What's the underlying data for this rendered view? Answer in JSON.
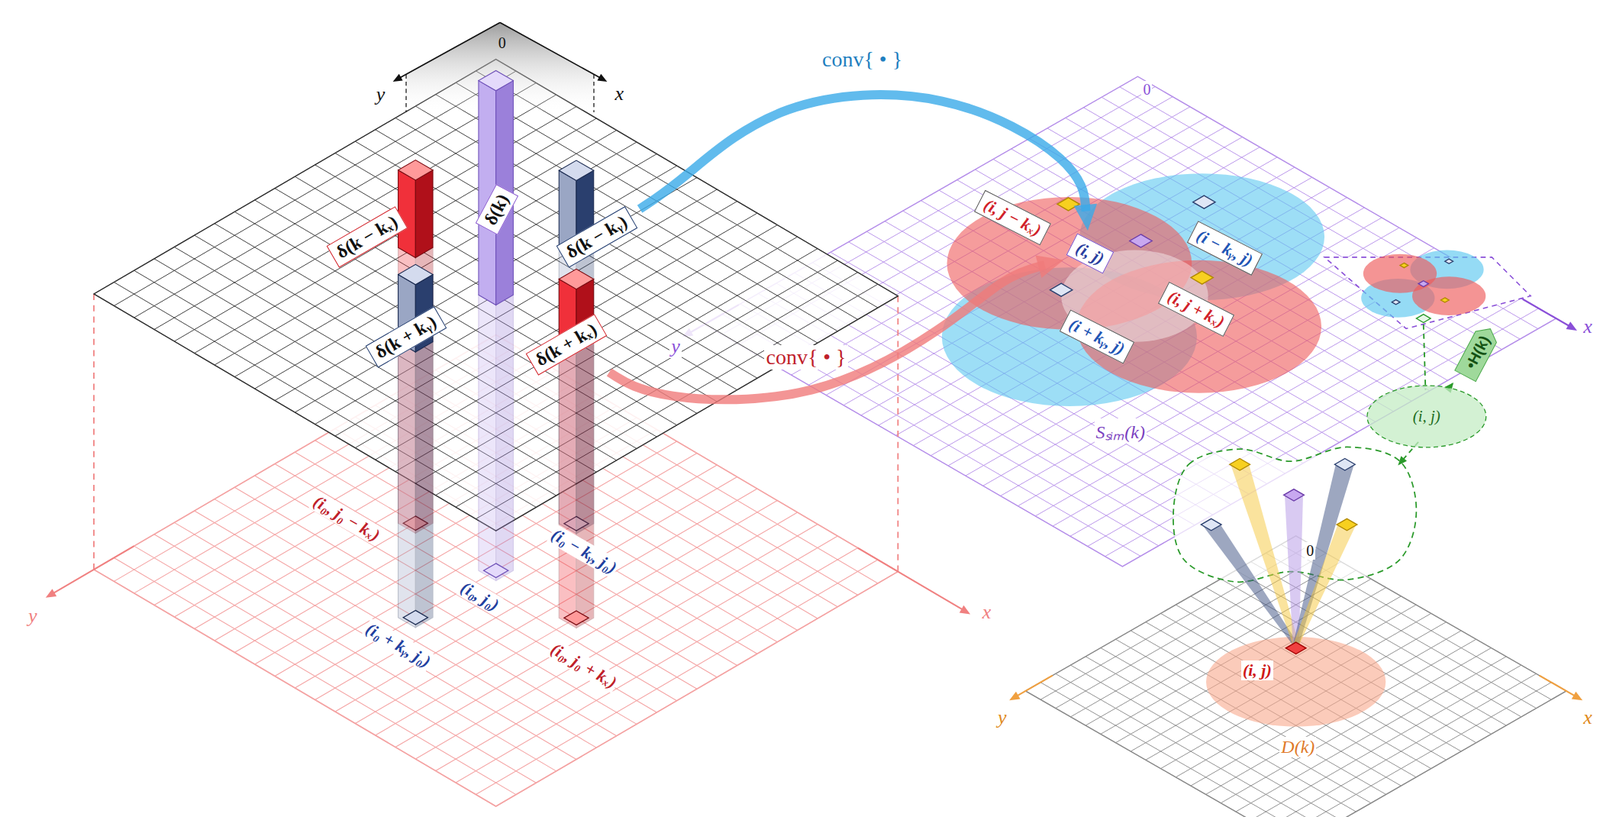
{
  "diagram": {
    "nodes": [
      {
        "text": [
          "δ(k − kₓ)"
        ]
      },
      {
        "text": [
          "δ(k)"
        ]
      },
      {
        "text": [
          "δ(k − kᵧ)"
        ]
      },
      {
        "text": [
          "δ(k + kᵧ)"
        ]
      },
      {
        "text": [
          "δ(k + kₓ)"
        ]
      },
      {
        "text": [
          "(i, j − kₓ)"
        ]
      },
      {
        "text": [
          "(i, j)"
        ]
      },
      {
        "text": [
          "(i − kᵧ, j)"
        ]
      },
      {
        "text": [
          "(i, j + kₓ)"
        ]
      },
      {
        "text": [
          "(i + kᵧ, j)"
        ]
      },
      {
        "text": [
          "•H(k)"
        ]
      },
      {
        "text": [
          "(i, j)"
        ]
      }
    ],
    "edges": [
      {
        "from": 2,
        "to": 6,
        "label": "conv{ • }",
        "arrow": "to"
      },
      {
        "from": 4,
        "to": 6,
        "label": "conv{ • }",
        "arrow": "to"
      },
      {
        "from": 10,
        "to": 11,
        "arrow": "to"
      }
    ],
    "labels": [
      "0",
      "y",
      "x",
      "y",
      "x",
      "(i₀, j₀ − kₓ)",
      "(i₀ − kᵧ, j₀)",
      "(i₀, j₀)",
      "(i₀ + kᵧ, j₀)",
      "(i₀, j₀ + kₓ)",
      "0",
      "y",
      "x",
      "Sₛᵢₘ(k)",
      "0",
      "y",
      "x",
      "(i, j)",
      "D(k)"
    ]
  }
}
